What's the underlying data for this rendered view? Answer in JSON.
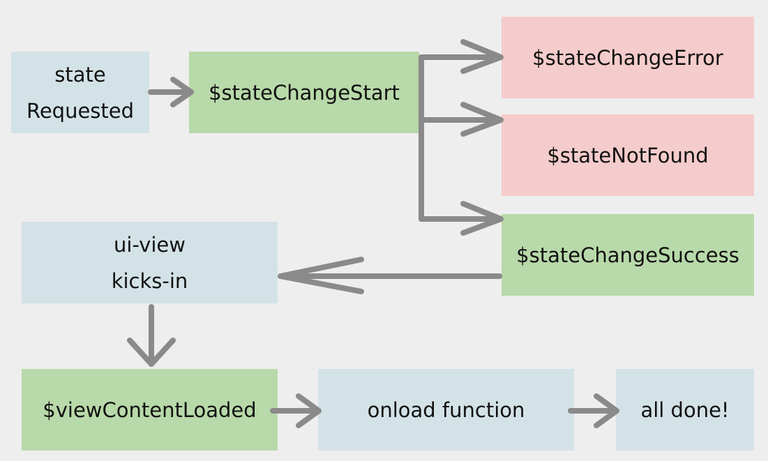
{
  "diagram": {
    "nodes": {
      "state_requested": "state\nRequested",
      "state_change_start": "$stateChangeStart",
      "state_change_error": "$stateChangeError",
      "state_not_found": "$stateNotFound",
      "state_change_success": "$stateChangeSuccess",
      "ui_view": "ui-view\nkicks-in",
      "view_content_loaded": "$viewContentLoaded",
      "onload_function": "onload function",
      "all_done": "all done!"
    },
    "colors": {
      "background": "#eeeeee",
      "blue_box": "#d3e2e6",
      "green_box": "#b8d9a9",
      "red_box": "#f4cccb",
      "arrow": "#8a8a8a"
    }
  }
}
